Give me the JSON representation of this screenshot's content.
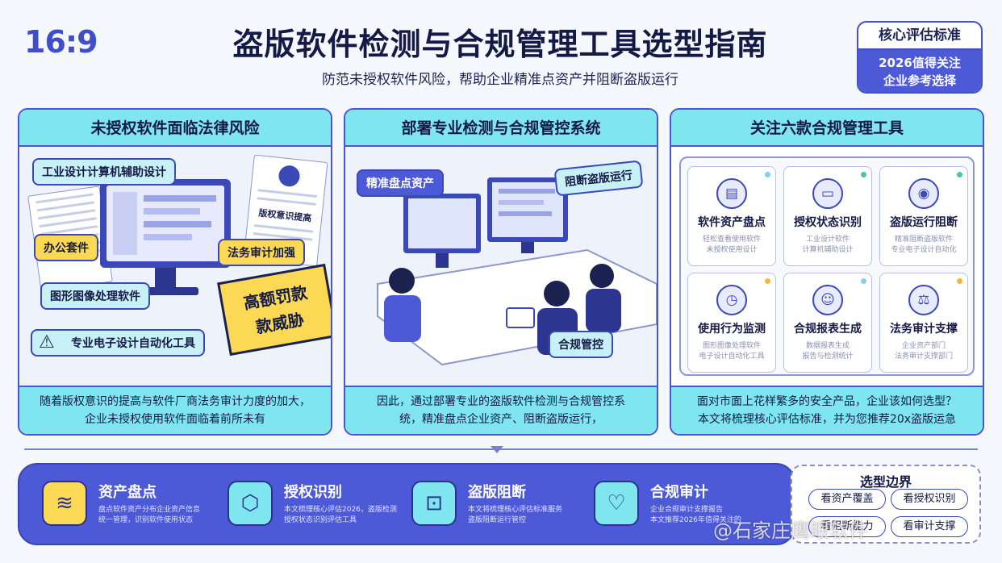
{
  "header": {
    "ratio_tag": "16:9",
    "title": "盗版软件检测与合规管理工具选型指南",
    "subtitle": "防范未授权软件风险，帮助企业精准点资产并阻断盗版运行",
    "standard_box": {
      "heading": "核心评估标准",
      "line1": "2026值得关注",
      "line2": "企业参考选择"
    }
  },
  "panels": [
    {
      "title": "未授权软件面临法律风险",
      "chips": [
        "工业设计计算机辅助设计",
        "办公套件",
        "法务审计加强",
        "图形图像处理软件",
        "专业电子设计自动化工具"
      ],
      "paper_label": "版权意识提高",
      "stamp_line1": "高额罚款",
      "stamp_line2": "款威胁",
      "footer_line1": "随着版权意识的提高与软件厂商法务审计力度的加大，",
      "footer_line2": "企业未授权使用软件面临着前所未有"
    },
    {
      "title": "部署专业检测与合规管控系统",
      "chips": [
        "精准盘点资产",
        "阻断盗版运行",
        "合规管控"
      ],
      "footer_line1": "因此，通过部署专业的盗版软件检测与合规管控系",
      "footer_line2": "统，精准盘点企业资产、阻断盗版运行，"
    },
    {
      "title": "关注六款合规管理工具",
      "tools": [
        {
          "name": "软件资产盘点",
          "desc1": "轻松查看使用软件",
          "desc2": "未授权使用设计"
        },
        {
          "name": "授权状态识别",
          "desc1": "工业设计软件",
          "desc2": "计算机辅助设计"
        },
        {
          "name": "盗版运行阻断",
          "desc1": "精准阻断盗版软件",
          "desc2": "专业电子设计自动化"
        },
        {
          "name": "使用行为监测",
          "desc1": "图形图像处理软件",
          "desc2": "电子设计自动化工具"
        },
        {
          "name": "合规报表生成",
          "desc1": "数据报表生成",
          "desc2": "报告与检测统计"
        },
        {
          "name": "法务审计支撑",
          "desc1": "企业资产部门",
          "desc2": "法务审计支撑部门"
        }
      ],
      "footer_line1": "面对市面上花样繁多的安全产品，企业该如何选型？",
      "footer_line2": "本文将梳理核心评估标准，并为您推荐20x盗版运急"
    }
  ],
  "features": [
    {
      "name": "资产盘点",
      "desc1": "盘点软件资产分布企业资产信息",
      "desc2": "统一管理，识别软件使用状态"
    },
    {
      "name": "授权识别",
      "desc1": "本文梳理核心评估2026，盗版检测",
      "desc2": "授权状态识别评估工具"
    },
    {
      "name": "盗版阻断",
      "desc1": "本文将梳理核心评估标准服务",
      "desc2": "盗版阻断运行管控"
    },
    {
      "name": "合规审计",
      "desc1": "企业合规审计支撑报告",
      "desc2": "本文推荐2026年值得关注的"
    }
  ],
  "boundary": {
    "title": "选型边界",
    "pills": [
      "看资产覆盖",
      "看授权识别",
      "看阻断能力",
      "看审计支撑"
    ]
  },
  "watermark": "@石家庄鹰眼软件",
  "colors": {
    "accent_blue": "#4d5ad8",
    "accent_cyan": "#7fe5ee",
    "accent_yellow": "#fbd955",
    "ink": "#141a45"
  }
}
